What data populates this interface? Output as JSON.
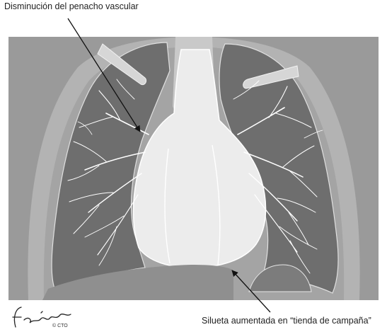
{
  "annotations": {
    "top": "Disminución del penacho vascular",
    "bottom": "Silueta aumentada en “tienda de campaña”"
  },
  "credit": {
    "signature": "f. enríquez",
    "copyright": "© CTO"
  },
  "colors": {
    "frame_background": "#9a9a9a",
    "body_halo": "#b4b4b4",
    "lung_field": "#6e6e6e",
    "heart_silhouette": "#ececec",
    "vessels": "#ffffff",
    "arrows": "#111111"
  }
}
